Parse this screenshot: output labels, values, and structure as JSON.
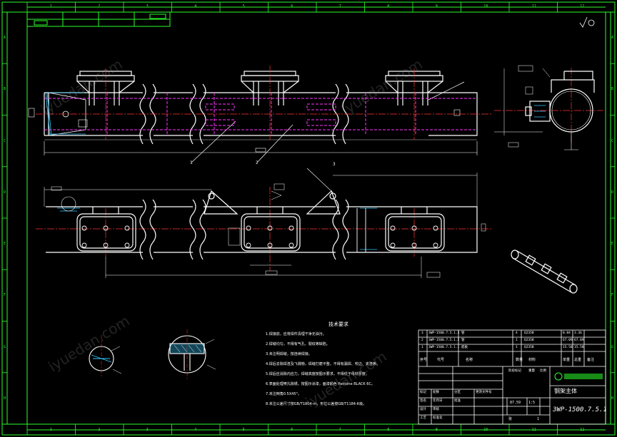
{
  "drawing": {
    "number": "3WP-1500.7.5.1",
    "title_cn": "钢架主体",
    "scale_label": "比例",
    "scale_value": "1:5",
    "sheet_label": "张",
    "sheet_count": "1"
  },
  "column_numbers_top": [
    "1",
    "2",
    "3",
    "4",
    "5",
    "6",
    "7",
    "8",
    "9",
    "10",
    "11",
    "12"
  ],
  "column_numbers_bottom": [
    "1",
    "2",
    "3",
    "4",
    "5",
    "6",
    "7",
    "8",
    "9",
    "10",
    "11",
    "12"
  ],
  "row_letters": [
    "A",
    "B",
    "C",
    "D",
    "E",
    "F",
    "G",
    "H"
  ],
  "part_balloons": [
    "1",
    "2",
    "3"
  ],
  "tech_requirements": {
    "heading": "技术要求",
    "lines": [
      "1.焊接前，应将焊件清理干净无油污。",
      "2.焊缝均匀，不得有气孔、裂纹等缺陷。",
      "3.未注明焊缝，按连续焊接。",
      "4.焊后去除焊渣及飞溅物，焊缝打磨平整，不得有漏焊、咬边、夹渣等。",
      "5.焊后应消除内应力，焊缝高度按图示要求，不得低于母材厚度。",
      "6.表面处理喷丸除锈，按图示涂漆，面漆颜色 Pantone BLACK 6C。",
      "7.未注倒角0.5X45°。",
      "8.未注公差尺寸按GB/T1804-m，形位公差按GB/T1184-K级。"
    ]
  },
  "bom_rows": [
    {
      "no": "3",
      "code": "3WP-1500.7.5.1.3",
      "name": "管",
      "qty": "4",
      "material": "Q235B",
      "w1": "0.84",
      "w2": "3.36"
    },
    {
      "no": "2",
      "code": "3WP-1500.7.5.1.2",
      "name": "管",
      "qty": "1",
      "material": "Q235B",
      "w1": "67.09",
      "w2": "67.09"
    },
    {
      "no": "1",
      "code": "3WP-1500.7.5.1.1",
      "name": "底板",
      "qty": "1",
      "material": "Q235B",
      "w1": "15.58",
      "w2": "15.58"
    }
  ],
  "bom_header": [
    "序号",
    "代号",
    "名称",
    "数量",
    "材料",
    "单重",
    "总重",
    "备注"
  ],
  "title_block_labels": [
    "标记",
    "处数",
    "分区",
    "更改文件号",
    "签名",
    "年月日",
    "设计",
    "审核",
    "工艺",
    "标准化",
    "批准",
    "阶段标记",
    "重量",
    "比例"
  ],
  "weight": "87.59",
  "company_logo_text": "",
  "watermarks": [
    "iyuedan.com",
    "iyuedan.com",
    "iyuedan.com",
    "iyuedan.com"
  ],
  "colors": {
    "frame": "#2bff2b",
    "lines": "#ffffff",
    "hidden": "#ff33ff",
    "center": "#ff3333",
    "hatch": "#33ccff",
    "background": "#000000"
  }
}
